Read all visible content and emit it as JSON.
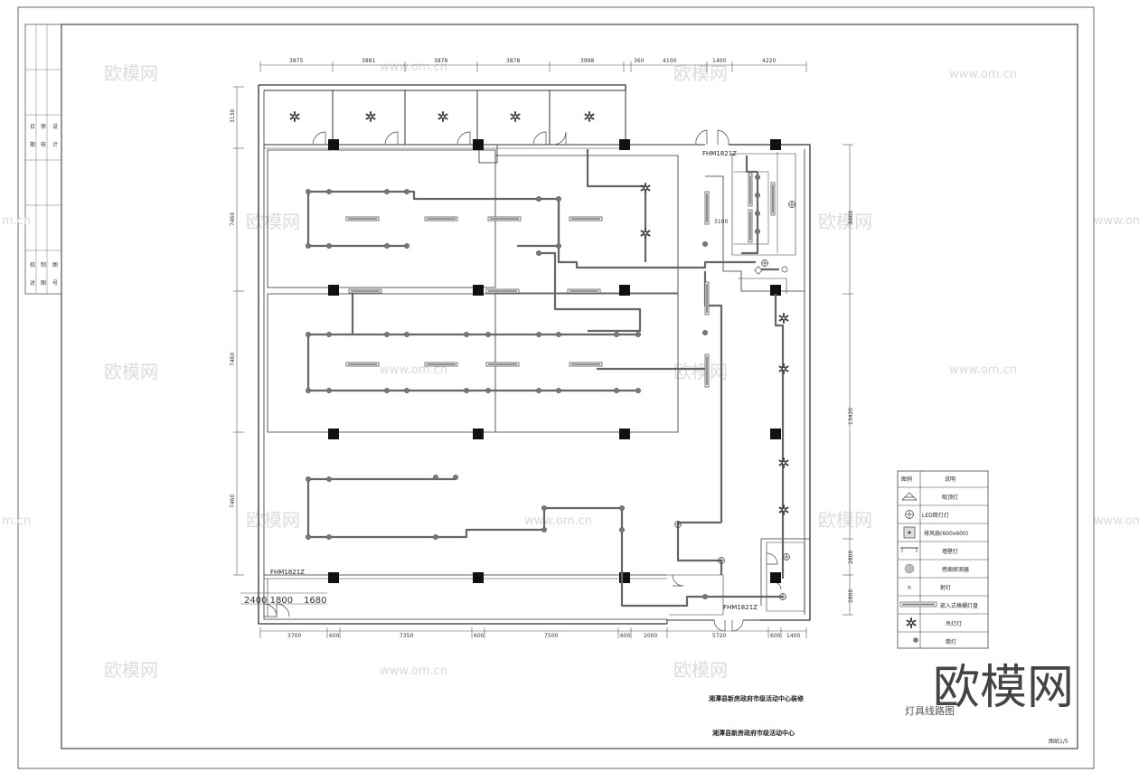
{
  "drawing": {
    "title": "灯具线路图",
    "project_line_1": "湘潭县新房政府市级活动中心装修",
    "project_line_2": "湘潭县新房政府市级活动中心",
    "sheet_no": "图纸1/5",
    "door_tag_top": "FHM1821Z",
    "door_tag_left": "FHM1821Z",
    "door_tag_bottom": "FHM1821Z",
    "room_dim_label": "3100",
    "bottom_left_dims": "2400 1800",
    "bottom_left_dim2": "1680"
  },
  "dimensions": {
    "top": [
      "3875",
      "3881",
      "3878",
      "3878",
      "3998",
      "360",
      "4100",
      "1400",
      "4220"
    ],
    "bottom": [
      "3700",
      "600",
      "7350",
      "600",
      "7500",
      "600",
      "2000",
      "5720",
      "600",
      "1400"
    ],
    "left": [
      "3130",
      "7460",
      "7460",
      "7460"
    ],
    "right": [
      "8600",
      "13420",
      "2800",
      "2800"
    ]
  },
  "title_block": {
    "chars_top": [
      "日",
      "期",
      "审",
      "核",
      "设",
      "计"
    ],
    "chars_bottom": [
      "校",
      "对",
      "制",
      "图",
      "图",
      "号"
    ]
  },
  "legend": {
    "header_symbol": "图例",
    "header_desc": "说明",
    "rows": [
      {
        "icon": "ceiling-lamp-icon",
        "label": "吸顶灯"
      },
      {
        "icon": "led-downlight-icon",
        "label": "LED筒灯灯"
      },
      {
        "icon": "exhaust-fan-icon",
        "label": "排风扇(600x600)"
      },
      {
        "icon": "wall-light-icon",
        "label": "墙壁灯"
      },
      {
        "icon": "smoke-detector-icon",
        "label": "感烟探测器"
      },
      {
        "icon": "spot-light-icon",
        "label": "射灯"
      },
      {
        "icon": "fluorescent-panel-icon",
        "label": "嵌入式格栅灯盘"
      },
      {
        "icon": "pendant-lamp-icon",
        "label": "吊灯灯"
      },
      {
        "icon": "downlight-icon",
        "label": "筒灯"
      }
    ]
  },
  "watermarks": {
    "brand": "欧模网",
    "url": "www.om.cn",
    "url_partial": "m.cn",
    "big_logo": "欧模网"
  }
}
